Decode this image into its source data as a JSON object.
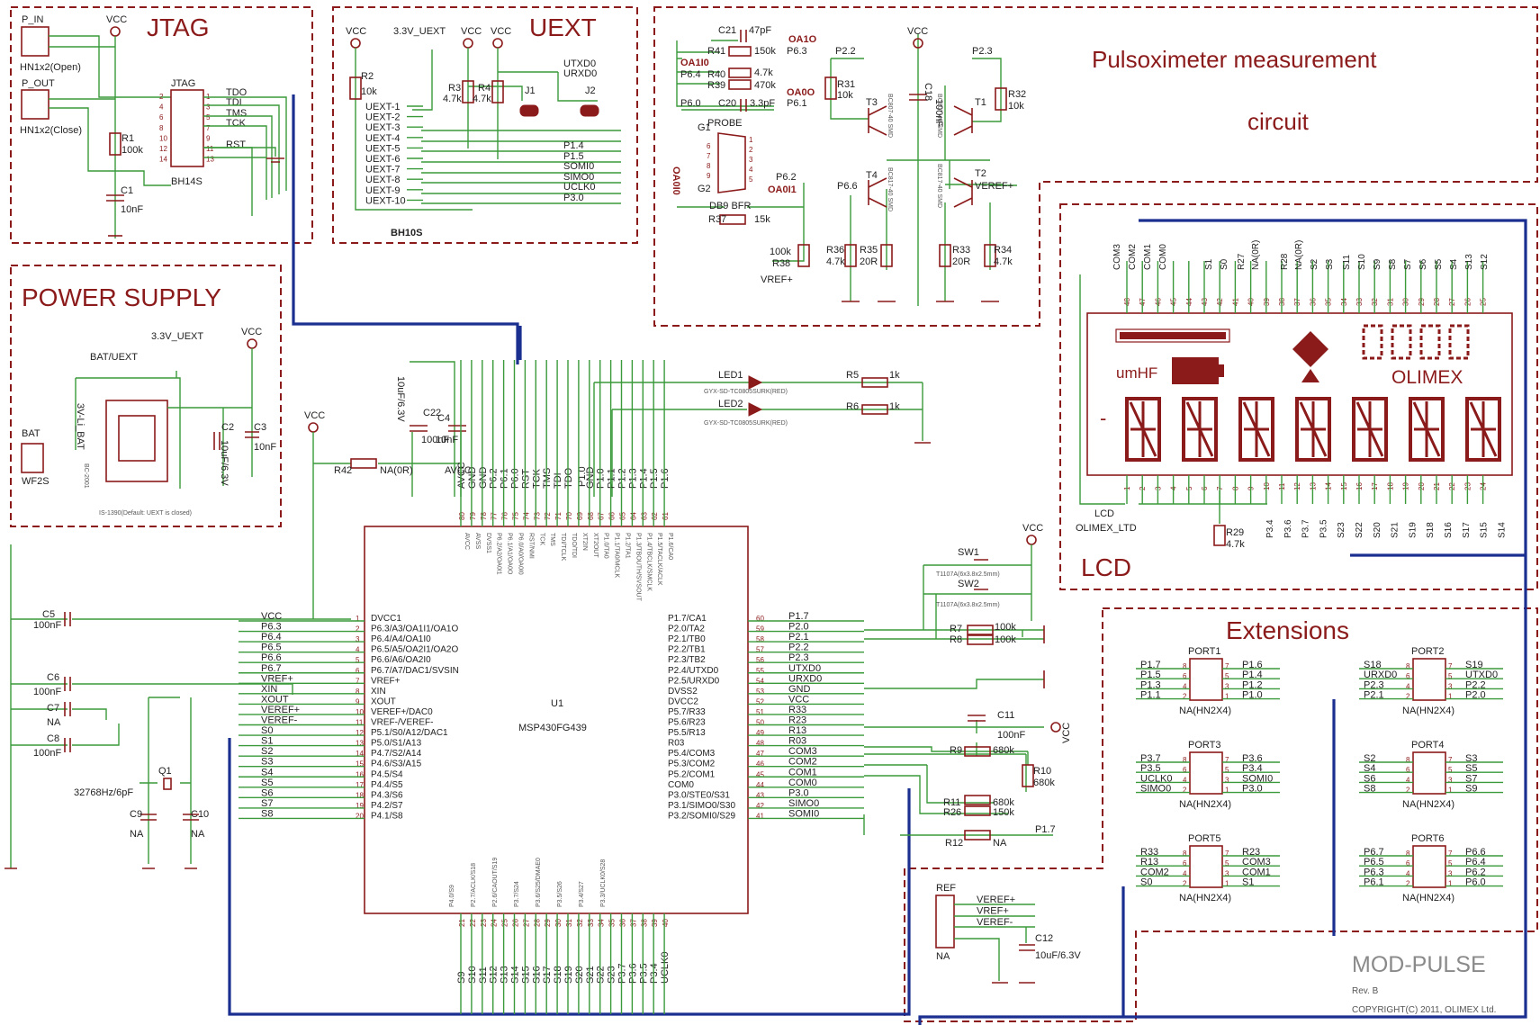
{
  "sections": {
    "jtag": "JTAG",
    "uext": "UEXT",
    "power": "POWER SUPPLY",
    "pulse_line1": "Pulsoximeter measurement",
    "pulse_line2": "circuit",
    "lcd": "LCD",
    "ext": "Extensions"
  },
  "footer": {
    "board": "MOD-PULSE",
    "rev": "Rev. B",
    "copyright": "COPYRIGHT(C) 2011, OLIMEX Ltd."
  },
  "jtag": {
    "p_in": "P_IN",
    "p_in_sub": "HN1x2(Open)",
    "p_out": "P_OUT",
    "p_out_sub": "HN1x2(Close)",
    "vcc": "VCC",
    "r1": "R1",
    "r1v": "100k",
    "c1": "C1",
    "c1v": "10nF",
    "conn": "JTAG",
    "conn_type": "BH14S",
    "sig": [
      "TDO",
      "TDI",
      "TMS",
      "TCK",
      "RST"
    ],
    "pins_left": [
      "2",
      "4",
      "6",
      "8",
      "10",
      "12",
      "14"
    ],
    "pins_right": [
      "1",
      "3",
      "5",
      "7",
      "9",
      "11",
      "13"
    ]
  },
  "uext": {
    "vcc": "VCC",
    "v33": "3.3V_UEXT",
    "r2": "R2",
    "r2v": "10k",
    "r3": "R3",
    "r3v": "4.7k",
    "r4": "R4",
    "r4v": "4.7k",
    "j1": "J1",
    "j2": "J2",
    "conn_type": "BH10S",
    "pins": [
      "UEXT-1",
      "UEXT-2",
      "UEXT-3",
      "UEXT-4",
      "UEXT-5",
      "UEXT-6",
      "UEXT-7",
      "UEXT-8",
      "UEXT-9",
      "UEXT-10"
    ],
    "sigs": [
      "UTXD0",
      "URXD0",
      "P1.4",
      "P1.5",
      "SOMI0",
      "SIMO0",
      "UCLK0",
      "P3.0"
    ]
  },
  "power": {
    "v33": "3.3V_UEXT",
    "vcc": "VCC",
    "bat_uext": "BAT/UEXT",
    "bat": "BAT",
    "wf2s": "WF2S",
    "bat_part": "3V-Li_BAT",
    "bc": "BC-2001",
    "c2": "C2",
    "c2v": "10uF/6.3V",
    "c3": "C3",
    "c3v": "10nF",
    "note": "IS-1390(Default: UEXT is closed)"
  },
  "pulse": {
    "c21": "C21",
    "c21v": "47pF",
    "oa1o": "OA1O",
    "p63": "P6.3",
    "r41": "R41",
    "r41v": "150k",
    "oa1i0": "OA1I0",
    "p64": "P6.4",
    "r40": "R40",
    "r40v": "4.7k",
    "r39": "R39",
    "r39v": "470k",
    "oa0o": "OA0O",
    "p60": "P6.0",
    "c20": "C20",
    "c20v": "3.3pF",
    "p61": "P6.1",
    "oa0i0": "OA0I0",
    "probe": "PROBE",
    "g1": "G1",
    "g2": "G2",
    "db9": "DB9 BFR",
    "p62": "P6.2",
    "oa0i1": "OA0I1",
    "r37": "R37",
    "r37v": "15k",
    "r38": "R38",
    "r38v": "100k",
    "veref": "VREF+",
    "p22": "P2.2",
    "r31": "R31",
    "r31v": "10k",
    "vcc": "VCC",
    "c18": "C18",
    "c18v": "100nF",
    "p23": "P2.3",
    "r32": "R32",
    "r32v": "10k",
    "t3": "T3",
    "t1": "T1",
    "t4": "T4",
    "t2": "T2",
    "bc807": "BC807-40 SMD",
    "bc817": "BC817-40 SMD",
    "p66": "P6.6",
    "veref2": "VEREF+",
    "r36": "R36",
    "r36v": "4.7k",
    "r35": "R35",
    "r35v": "20R",
    "r33": "R33",
    "r33v": "20R",
    "r34": "R34",
    "r34v": "4.7k"
  },
  "lcd": {
    "top_pins": [
      "48",
      "47",
      "46",
      "45",
      "44",
      "43",
      "42",
      "41",
      "40",
      "39",
      "38",
      "37",
      "36",
      "35",
      "34",
      "33",
      "32",
      "31",
      "30",
      "29",
      "28",
      "27",
      "26",
      "25"
    ],
    "top_sigs": [
      "COM3",
      "COM2",
      "COM1",
      "COM0",
      "S1",
      "S0",
      "R27",
      "NA(0R)",
      "R28",
      "NA(0R)",
      "S2",
      "S3",
      "S11",
      "S10",
      "S9",
      "S8",
      "S7",
      "S6",
      "S5",
      "S4",
      "S13",
      "S12"
    ],
    "bot_pins": [
      "1",
      "2",
      "3",
      "4",
      "5",
      "6",
      "7",
      "8",
      "9",
      "10",
      "11",
      "12",
      "13",
      "14",
      "15",
      "16",
      "17",
      "18",
      "19",
      "20",
      "21",
      "22",
      "23",
      "24"
    ],
    "bot_sigs": [
      "P3.4",
      "P3.6",
      "P3.7",
      "P3.5",
      "S23",
      "S22",
      "S20",
      "S21",
      "S19",
      "S18",
      "S16",
      "S17",
      "S15",
      "S14"
    ],
    "name": "LCD",
    "maker": "OLIMEX_LTD",
    "r29": "R29",
    "r29v": "4.7k",
    "umhf": "umHF",
    "olimex": "OLIMEX"
  },
  "mcu": {
    "name": "U1",
    "part": "MSP430FG439",
    "left_pins": [
      "1",
      "2",
      "3",
      "4",
      "5",
      "6",
      "7",
      "8",
      "9",
      "10",
      "11",
      "12",
      "13",
      "14",
      "15",
      "16",
      "17",
      "18",
      "19",
      "20"
    ],
    "left_names": [
      "DVCC1",
      "P6.3/A3/OA1I1/OA1O",
      "P6.4/A4/OA1I0",
      "P6.5/A5/OA2I1/OA2O",
      "P6.6/A6/OA2I0",
      "P6.7/A7/DAC1/SVSIN",
      "VREF+",
      "XIN",
      "XOUT",
      "VEREF+/DAC0",
      "VREF-/VEREF-",
      "P5.1/S0/A12/DAC1",
      "P5.0/S1/A13",
      "P4.7/S2/A14",
      "P4.6/S3/A15",
      "P4.5/S4",
      "P4.4/S5",
      "P4.3/S6",
      "P4.2/S7",
      "P4.1/S8"
    ],
    "left_nets": [
      "VCC",
      "P6.3",
      "P6.4",
      "P6.5",
      "P6.6",
      "P6.7",
      "VREF+",
      "XIN",
      "XOUT",
      "VEREF+",
      "VEREF-",
      "S0",
      "S1",
      "S2",
      "S3",
      "S4",
      "S5",
      "S6",
      "S7",
      "S8"
    ],
    "right_pins": [
      "60",
      "59",
      "58",
      "57",
      "56",
      "55",
      "54",
      "53",
      "52",
      "51",
      "50",
      "49",
      "48",
      "47",
      "46",
      "45",
      "44",
      "43",
      "42",
      "41"
    ],
    "right_names": [
      "P1.7/CA1",
      "P2.0/TA2",
      "P2.1/TB0",
      "P2.2/TB1",
      "P2.3/TB2",
      "P2.4/UTXD0",
      "P2.5/URXD0",
      "DVSS2",
      "DVCC2",
      "P5.7/R33",
      "P5.6/R23",
      "P5.5/R13",
      "R03",
      "P5.4/COM3",
      "P5.3/COM2",
      "P5.2/COM1",
      "COM0",
      "P3.0/STE0/S31",
      "P3.1/SIMO0/S30",
      "P3.2/SOMI0/S29"
    ],
    "right_nets": [
      "P1.7",
      "P2.0",
      "P2.1",
      "P2.2",
      "P2.3",
      "UTXD0",
      "URXD0",
      "GND",
      "VCC",
      "R33",
      "R23",
      "R13",
      "R03",
      "COM3",
      "COM2",
      "COM1",
      "COM0",
      "P3.0",
      "SIMO0",
      "SOMI0"
    ],
    "top_pins": [
      "80",
      "79",
      "78",
      "77",
      "76",
      "75",
      "74",
      "73",
      "72",
      "71",
      "70",
      "69",
      "68",
      "67",
      "66",
      "65",
      "64",
      "63",
      "62",
      "61"
    ],
    "top_names": [
      "AVCC",
      "AVSS",
      "DVSS1",
      "P6.2/A2/OA0I1",
      "P6.1/A1/OA0O",
      "P6.0/A0/OA0I0",
      "RST/NMI",
      "TCK",
      "TMS",
      "TDI/TCLK",
      "TDO/TDI",
      "XT2IN",
      "XT2OUT",
      "P1.0/TA0",
      "P1.1/TA0/MCLK",
      "P1.2/TA1",
      "P1.3/TBOUTH/SVSOUT",
      "P1.4/TBCLK/SMCLK",
      "P1.5/TACLK/ACLK",
      "P1.6/CA0"
    ],
    "top_nets": [
      "AVCC",
      "GND",
      "GND",
      "P6.2",
      "P6.1",
      "P6.0",
      "RST",
      "TCK",
      "TMS",
      "TDI",
      "TDO",
      "",
      "GND",
      "P1.0",
      "P1.1",
      "P1.2",
      "P1.3",
      "P1.4",
      "P1.5",
      "P1.6"
    ],
    "bot_pins": [
      "21",
      "22",
      "23",
      "24",
      "25",
      "26",
      "27",
      "28",
      "29",
      "30",
      "31",
      "32",
      "33",
      "34",
      "35",
      "36",
      "37",
      "38",
      "39",
      "40"
    ],
    "bot_nets": [
      "S9",
      "S10",
      "S11",
      "S12",
      "S13",
      "S14",
      "S15",
      "S16",
      "S17",
      "S18",
      "S19",
      "S20",
      "S21",
      "S22",
      "S23",
      "P3.7",
      "P3.6",
      "P3.5",
      "P3.4",
      "UCLK0"
    ],
    "bot_names": [
      "P4.0/S9",
      "P2.7/ACLK/S18",
      "P2.6/CAOUT/S19",
      "P3.7/S24",
      "P3.6/S25/DMAE0",
      "P3.5/S26",
      "P3.4/S27",
      "P3.3/UCLK0/S28"
    ]
  },
  "left_parts": {
    "c5": "C5",
    "c5v": "100nF",
    "c6": "C6",
    "c6v": "100nF",
    "c7": "C7",
    "c7v": "NA",
    "c8": "C8",
    "c8v": "100nF",
    "q1": "Q1",
    "q1v": "32768Hz/6pF",
    "c9": "C9",
    "c9v": "NA",
    "c10": "C10",
    "c10v": "NA",
    "vcc": "VCC",
    "r42": "R42",
    "r42v": "NA(0R)",
    "avcc": "AVCC",
    "c22": "C22",
    "c22v": "10uF/6.3V",
    "c22b": "100nF",
    "c4": "C4",
    "c4v": "10nF"
  },
  "leds": {
    "led1": "LED1",
    "led2": "LED2",
    "part": "GYX-SD-TC0805SURK(RED)",
    "r5": "R5",
    "r5v": "1k",
    "r6": "R6",
    "r6v": "1k",
    "p10": "P1.0"
  },
  "right_parts": {
    "vcc": "VCC",
    "sw1": "SW1",
    "sw2": "SW2",
    "sw_part": "T1107A(6x3.8x2.5mm)",
    "r7": "R7",
    "r7v": "100k",
    "r8": "R8",
    "r8v": "100k",
    "c11": "C11",
    "c11v": "100nF",
    "vcc2": "VCC",
    "r9": "R9",
    "r9v": "680k",
    "r10": "R10",
    "r10v": "680k",
    "r11": "R11",
    "r11v": "680k",
    "r26": "R26",
    "r26v": "150k",
    "r12": "R12",
    "r12v": "NA",
    "p17": "P1.7",
    "ref": "REF",
    "ref_na": "NA",
    "ref_sigs": [
      "VEREF+",
      "VREF+",
      "VEREF-"
    ],
    "c12": "C12",
    "c12v": "10uF/6.3V"
  },
  "ports": [
    {
      "name": "PORT1",
      "left": [
        "P1.7",
        "P1.5",
        "P1.3",
        "P1.1"
      ],
      "right": [
        "P1.6",
        "P1.4",
        "P1.2",
        "P1.0"
      ],
      "type": "NA(HN2X4)"
    },
    {
      "name": "PORT2",
      "left": [
        "S18",
        "URXD0",
        "P2.3",
        "P2.1"
      ],
      "right": [
        "S19",
        "UTXD0",
        "P2.2",
        "P2.0"
      ],
      "type": "NA(HN2X4)"
    },
    {
      "name": "PORT3",
      "left": [
        "P3.7",
        "P3.5",
        "UCLK0",
        "SIMO0"
      ],
      "right": [
        "P3.6",
        "P3.4",
        "SOMI0",
        "P3.0"
      ],
      "type": "NA(HN2X4)"
    },
    {
      "name": "PORT4",
      "left": [
        "S2",
        "S4",
        "S6",
        "S8"
      ],
      "right": [
        "S3",
        "S5",
        "S7",
        "S9"
      ],
      "type": "NA(HN2X4)"
    },
    {
      "name": "PORT5",
      "left": [
        "R33",
        "R13",
        "COM2",
        "S0"
      ],
      "right": [
        "R23",
        "COM3",
        "COM1",
        "S1"
      ],
      "type": "NA(HN2X4)"
    },
    {
      "name": "PORT6",
      "left": [
        "P6.7",
        "P6.5",
        "P6.3",
        "P6.1"
      ],
      "right": [
        "P6.6",
        "P6.4",
        "P6.2",
        "P6.0"
      ],
      "type": "NA(HN2X4)"
    }
  ],
  "port_pins_left": [
    "8",
    "6",
    "4",
    "2"
  ],
  "port_pins_right": [
    "7",
    "5",
    "3",
    "1"
  ],
  "colors": {
    "frame": "#8b1a1a",
    "wire": "#3a9a3a",
    "bus": "#1a2f8f",
    "text": "#222222"
  }
}
